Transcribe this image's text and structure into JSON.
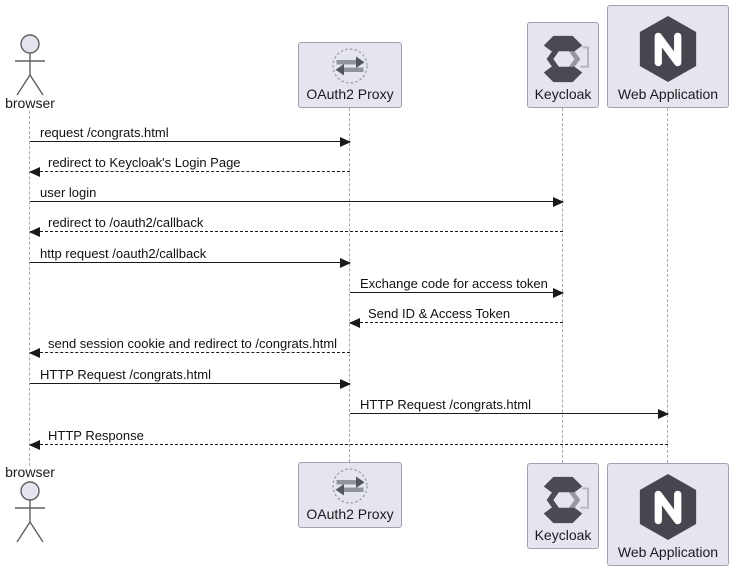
{
  "diagram": {
    "type": "sequence",
    "participants": [
      {
        "id": "browser",
        "name": "browser",
        "kind": "actor",
        "icon": "stick-figure-icon"
      },
      {
        "id": "oauth2_proxy",
        "name": "OAuth2 Proxy",
        "kind": "participant",
        "icon": "exchange-arrows-icon"
      },
      {
        "id": "keycloak",
        "name": "Keycloak",
        "kind": "participant",
        "icon": "keycloak-logo-icon"
      },
      {
        "id": "web_application",
        "name": "Web Application",
        "kind": "participant",
        "icon": "nginx-logo-icon"
      }
    ],
    "messages": [
      {
        "label": "request /congrats.html",
        "from": "browser",
        "to": "oauth2_proxy",
        "line": "solid"
      },
      {
        "label": "redirect to Keycloak's Login Page",
        "from": "oauth2_proxy",
        "to": "browser",
        "line": "dashed"
      },
      {
        "label": "user login",
        "from": "browser",
        "to": "keycloak",
        "line": "solid"
      },
      {
        "label": "redirect to /oauth2/callback",
        "from": "keycloak",
        "to": "browser",
        "line": "dashed"
      },
      {
        "label": "http request /oauth2/callback",
        "from": "browser",
        "to": "oauth2_proxy",
        "line": "solid"
      },
      {
        "label": "Exchange code for access token",
        "from": "oauth2_proxy",
        "to": "keycloak",
        "line": "solid"
      },
      {
        "label": "Send ID & Access Token",
        "from": "keycloak",
        "to": "oauth2_proxy",
        "line": "dashed"
      },
      {
        "label": "send session cookie and redirect to /congrats.html",
        "from": "oauth2_proxy",
        "to": "browser",
        "line": "dashed"
      },
      {
        "label": "HTTP Request /congrats.html",
        "from": "browser",
        "to": "oauth2_proxy",
        "line": "solid"
      },
      {
        "label": "HTTP Request /congrats.html",
        "from": "oauth2_proxy",
        "to": "web_application",
        "line": "solid"
      },
      {
        "label": "HTTP Response",
        "from": "web_application",
        "to": "browser",
        "line": "dashed"
      }
    ],
    "colors": {
      "participant_fill": "#E5E5F0",
      "participant_border": "#A1A1B3",
      "lifeline": "#A9A9A9",
      "arrow": "#1A1A1A",
      "text": "#111111",
      "icon_dark": "#4A4A53",
      "icon_mid": "#8F949C",
      "icon_light": "#B5B5BD"
    }
  }
}
